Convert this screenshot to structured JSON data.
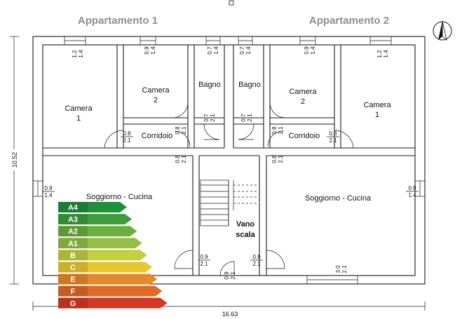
{
  "titles": {
    "left": "Appartamento 1",
    "right": "Appartamento 2"
  },
  "rooms": {
    "camera1_left": [
      "Camera",
      "1"
    ],
    "camera2_left": [
      "Camera",
      "2"
    ],
    "bagno_left": "Bagno",
    "bagno_right": "Bagno",
    "camera2_right": [
      "Camera",
      "2"
    ],
    "camera1_right": [
      "Camera",
      "1"
    ],
    "corridoio_left": "Corridoio",
    "corridoio_right": "Corridoio",
    "soggiorno_left": "Soggiorno - Cucina",
    "soggiorno_right": "Soggiorno - Cucina",
    "vano_scala": [
      "Vano",
      "scala"
    ]
  },
  "dimensions": {
    "width": "16.63",
    "height": "10.52"
  },
  "openings": {
    "win_top_1": [
      "1.2",
      "1.4"
    ],
    "win_top_2": [
      "0.9",
      "1.4"
    ],
    "win_top_3": [
      "0.7",
      "1.4"
    ],
    "win_top_4": [
      "0.7",
      "1.4"
    ],
    "win_top_5": [
      "0.9",
      "1.4"
    ],
    "win_top_6": [
      "1.2",
      "1.4"
    ],
    "door_bagno_l": [
      "0.7",
      "2.1"
    ],
    "door_bagno_r": [
      "0.7",
      "2.1"
    ],
    "door_c2_l": [
      "0.8",
      "2.1"
    ],
    "door_c2_r": [
      "0.8",
      "2.1"
    ],
    "door_c1_l": [
      "0.8",
      "2.1"
    ],
    "door_c1_r": [
      "0.8",
      "2.1"
    ],
    "door_corr_l": [
      "0.8",
      "2.1"
    ],
    "door_corr_r": [
      "0.8",
      "2.1"
    ],
    "win_side_l": [
      "0.9",
      "1.4"
    ],
    "win_side_r": [
      "0.9",
      "1.4"
    ],
    "door_ent_l": [
      "0.9",
      "2.1"
    ],
    "door_ent_r": [
      "0.9",
      "2.1"
    ],
    "door_main": [
      "0.9",
      "2.1"
    ],
    "win_bottom": [
      "3.0",
      "2.1"
    ]
  },
  "energy_classes": [
    {
      "label": "A4",
      "color": "#1f8f3a"
    },
    {
      "label": "A3",
      "color": "#3f9c3c"
    },
    {
      "label": "A2",
      "color": "#6aae3f"
    },
    {
      "label": "A1",
      "color": "#94bf44"
    },
    {
      "label": "B",
      "color": "#c2cf3e"
    },
    {
      "label": "C",
      "color": "#e8c62f"
    },
    {
      "label": "E",
      "color": "#e48a2a"
    },
    {
      "label": "F",
      "color": "#df6a27"
    },
    {
      "label": "G",
      "color": "#d23a25"
    }
  ],
  "colors": {
    "title": "#8f8f8f"
  },
  "icons": {
    "north": "north-arrow-icon"
  }
}
